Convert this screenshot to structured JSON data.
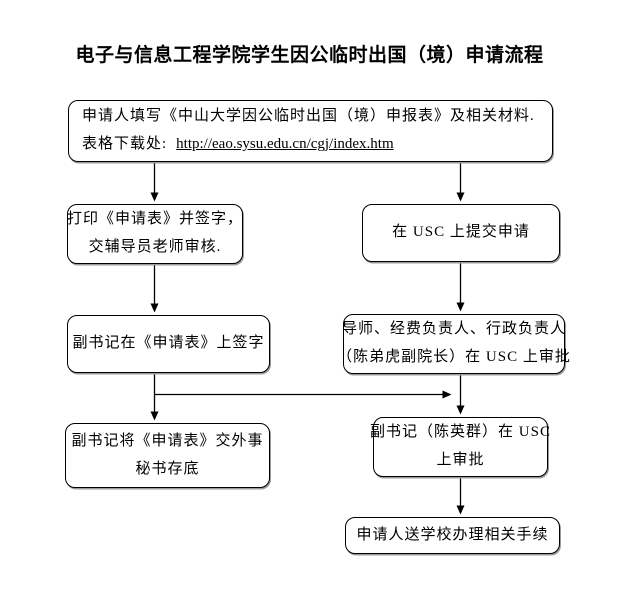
{
  "title": "电子与信息工程学院学生因公临时出国（境）申请流程",
  "colors": {
    "line": "#000000",
    "text": "#000000",
    "background": "#ffffff"
  },
  "boxes": {
    "fill_form": {
      "line1": "申请人填写《中山大学因公临时出国（境）申报表》及相关材料.",
      "download_label": "表格下载处:",
      "download_url": "http://eao.sysu.edu.cn/cgj/index.htm"
    },
    "print_sign": {
      "line1": "打印《申请表》并签字，",
      "line2": "交辅导员老师审核."
    },
    "usc_submit": {
      "line1": "在 USC 上提交申请"
    },
    "secretary_sign": {
      "line1": "副书记在《申请表》上签字"
    },
    "usc_approve": {
      "line1": "导师、经费负责人、行政负责人",
      "line2": "（陈弟虎副院长）在 USC 上审批"
    },
    "archive": {
      "line1": "副书记将《申请表》交外事",
      "line2": "秘书存底"
    },
    "vice_secretary_approve": {
      "line1": "副书记（陈英群）在 USC",
      "line2": "上审批"
    },
    "final_step": {
      "line1": "申请人送学校办理相关手续"
    }
  }
}
